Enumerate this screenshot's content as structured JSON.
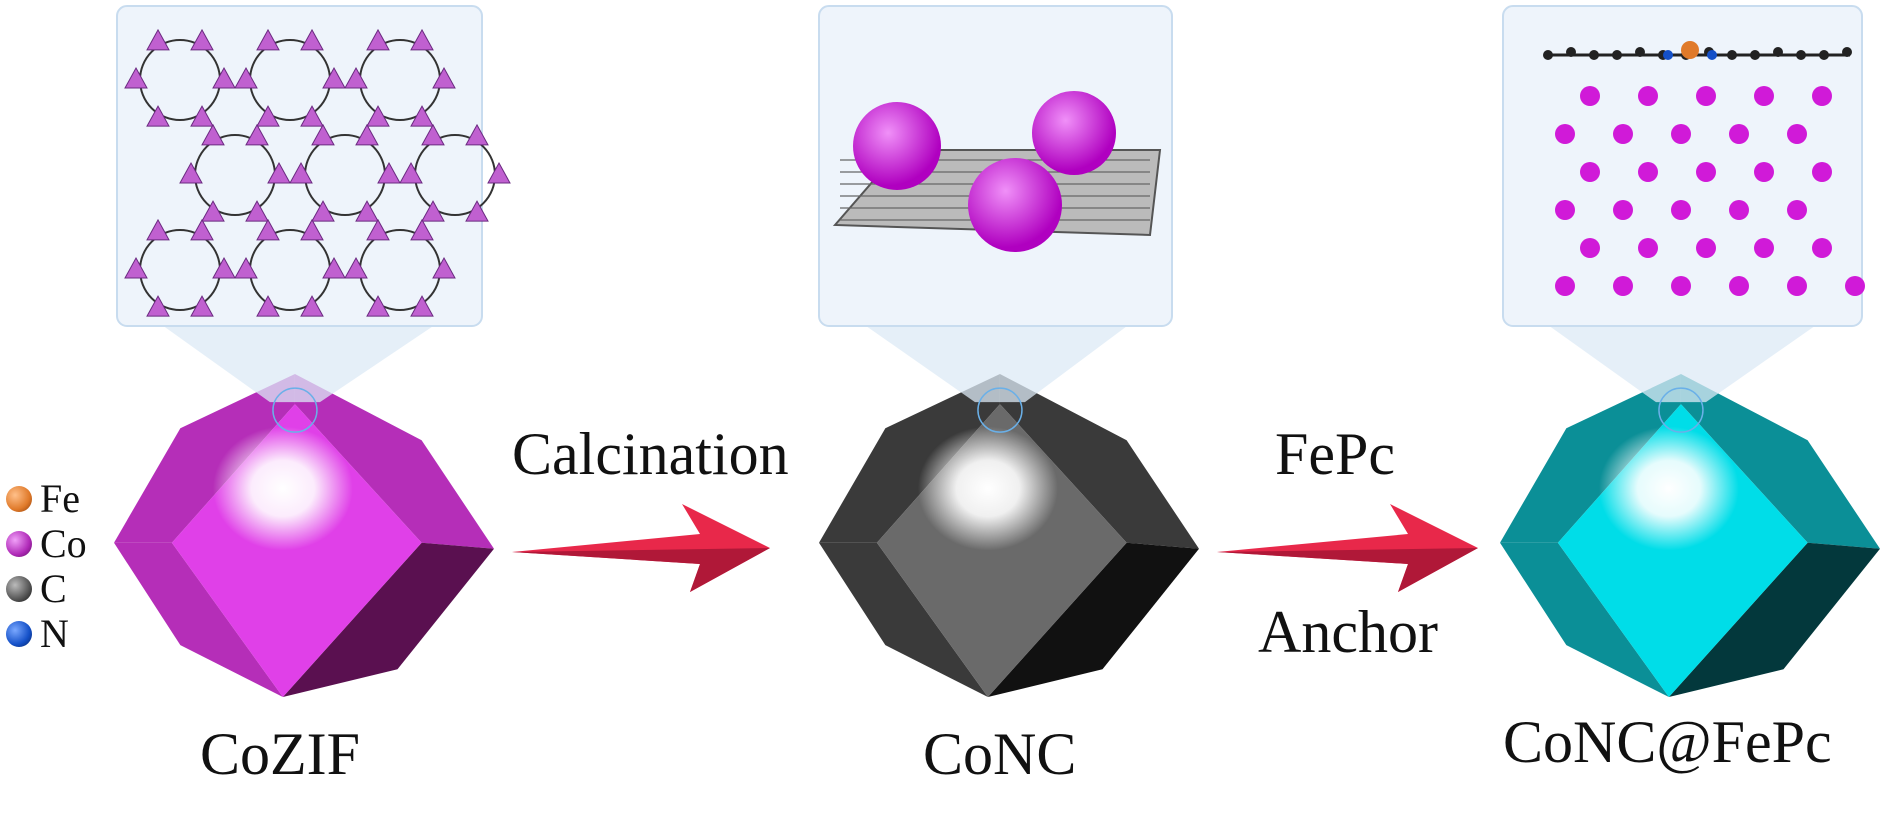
{
  "stages": [
    {
      "name": "CoZIF",
      "color": "#e040e8",
      "dark": "#5a1050",
      "mid": "#b52eb8"
    },
    {
      "name": "CoNC",
      "color": "#6a6a6a",
      "dark": "#111111",
      "mid": "#3a3a3a"
    },
    {
      "name": "CoNC@FePc",
      "color": "#00dde8",
      "dark": "#03383c",
      "mid": "#0b8f97"
    }
  ],
  "arrows": [
    {
      "top_label": "Calcination",
      "bottom_label": ""
    },
    {
      "top_label": "FePc",
      "bottom_label": "Anchor"
    }
  ],
  "legend": [
    {
      "label": "Fe",
      "color": "#e07a2a"
    },
    {
      "label": "Co",
      "color": "#b02ab8"
    },
    {
      "label": "C",
      "color": "#555555"
    },
    {
      "label": "N",
      "color": "#1450c8"
    }
  ],
  "colors": {
    "arrow": "#e8284a",
    "inset_bg": "#eef4fb",
    "inset_border": "#c8dcef",
    "atom_co": "#d01ad8"
  }
}
